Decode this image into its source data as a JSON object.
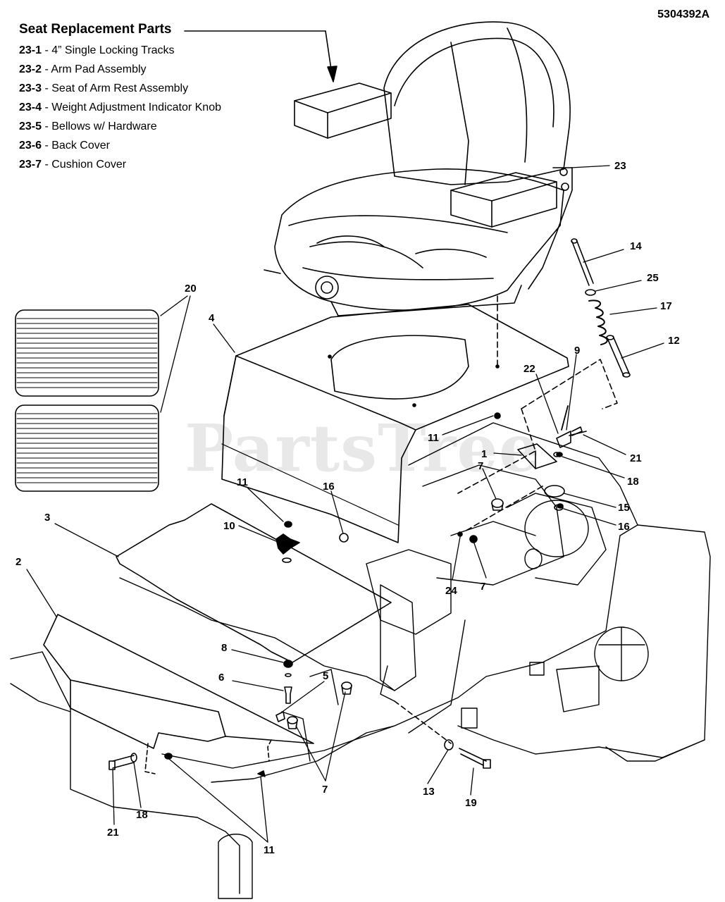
{
  "document_id": "5304392A",
  "legend": {
    "title": "Seat Replacement Parts",
    "items": [
      {
        "code": "23-1",
        "sep": " - ",
        "label": "4” Single Locking Tracks"
      },
      {
        "code": "23-2",
        "sep": " - ",
        "label": "Arm Pad Assembly"
      },
      {
        "code": "23-3",
        "sep": " - ",
        "label": "Seat of Arm Rest Assembly"
      },
      {
        "code": "23-4",
        "sep": " - ",
        "label": "Weight Adjustment Indicator Knob"
      },
      {
        "code": "23-5",
        "sep": " - ",
        "label": "Bellows w/ Hardware"
      },
      {
        "code": "23-6",
        "sep": " - ",
        "label": "Back Cover"
      },
      {
        "code": "23-7",
        "sep": " - ",
        "label": "Cushion Cover"
      }
    ]
  },
  "watermark": "PartsTree",
  "callouts": [
    "23",
    "14",
    "25",
    "17",
    "12",
    "9",
    "22",
    "21",
    "1",
    "18",
    "15",
    "16",
    "20",
    "4",
    "11",
    "7",
    "16",
    "10",
    "11",
    "24",
    "3",
    "2",
    "8",
    "6",
    "5",
    "7",
    "13",
    "19",
    "21",
    "18",
    "11"
  ]
}
